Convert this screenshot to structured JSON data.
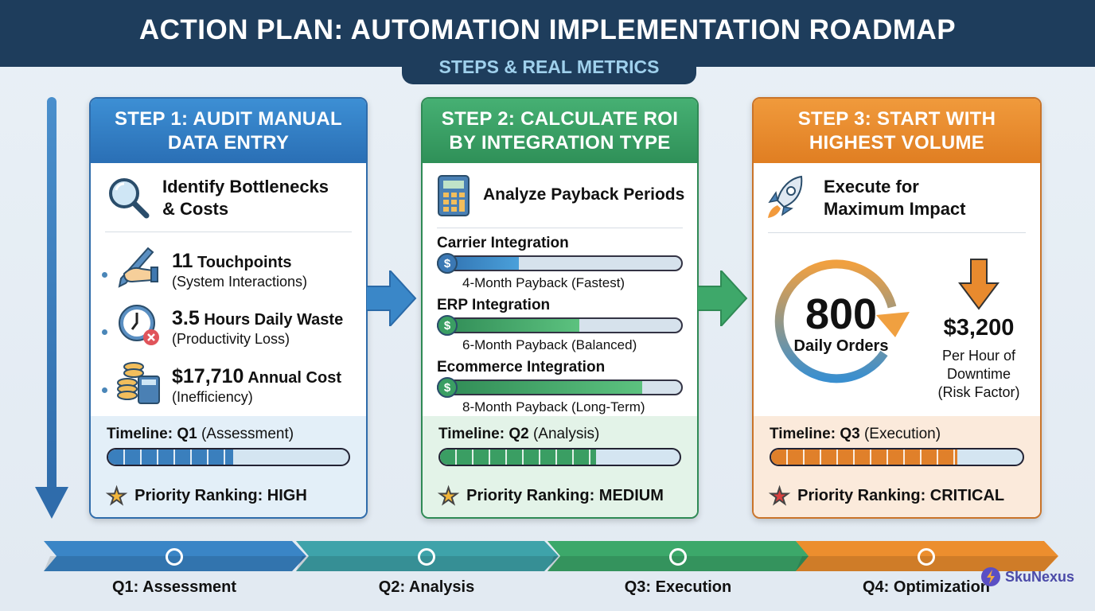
{
  "header": {
    "title": "ACTION PLAN: AUTOMATION IMPLEMENTATION ROADMAP",
    "subtitle": "STEPS & REAL METRICS"
  },
  "colors": {
    "step1": "#2f78c0",
    "step2": "#3a9e63",
    "step3": "#e98a2c",
    "navy": "#1e3d5c"
  },
  "steps": [
    {
      "title_line1": "STEP 1: AUDIT MANUAL",
      "title_line2": "DATA ENTRY",
      "icon": "magnifier-icon",
      "subtitle_line1": "Identify Bottlenecks",
      "subtitle_line2": "& Costs",
      "items": [
        {
          "icon": "hand-pen-icon",
          "value": "11",
          "label": "Touchpoints",
          "detail": "(System Interactions)"
        },
        {
          "icon": "clock-x-icon",
          "value": "3.5",
          "label": "Hours Daily Waste",
          "detail": "(Productivity Loss)"
        },
        {
          "icon": "coins-calculator-icon",
          "value": "$17,710",
          "label": "Annual Cost",
          "detail": "(Inefficiency)"
        }
      ],
      "timeline_label": "Timeline: Q1",
      "timeline_phase": "(Assessment)",
      "timeline_progress": 0.52,
      "priority": "Priority Ranking: HIGH",
      "priority_star_color": "#f2b63a"
    },
    {
      "title_line1": "STEP 2: CALCULATE ROI",
      "title_line2": "BY INTEGRATION TYPE",
      "icon": "calculator-icon",
      "subtitle": "Analyze Payback Periods",
      "integrations": [
        {
          "name": "Carrier Integration",
          "payback": "4-Month Payback (Fastest)",
          "fill": 0.33
        },
        {
          "name": "ERP Integration",
          "payback": "6-Month Payback (Balanced)",
          "fill": 0.58
        },
        {
          "name": "Ecommerce Integration",
          "payback": "8-Month Payback (Long-Term)",
          "fill": 0.84
        }
      ],
      "coin_symbol": "$",
      "timeline_label": "Timeline: Q2",
      "timeline_phase": "(Analysis)",
      "timeline_progress": 0.65,
      "priority": "Priority Ranking: MEDIUM",
      "priority_star_color": "#f2b63a"
    },
    {
      "title_line1": "STEP 3: START WITH",
      "title_line2": "HIGHEST VOLUME",
      "icon": "rocket-icon",
      "subtitle_line1": "Execute for",
      "subtitle_line2": "Maximum Impact",
      "orders_value": "800",
      "orders_label": "Daily Orders",
      "downtime_value": "$3,200",
      "downtime_line1": "Per Hour of",
      "downtime_line2": "Downtime",
      "downtime_line3": "(Risk Factor)",
      "timeline_label": "Timeline: Q3",
      "timeline_phase": "(Execution)",
      "timeline_progress": 0.74,
      "priority": "Priority Ranking: CRITICAL",
      "priority_star_color": "#d9403f"
    }
  ],
  "roadmap": [
    {
      "label": "Q1: Assessment",
      "color": "#3a85c6"
    },
    {
      "label": "Q2: Analysis",
      "color": "#3ea3aa"
    },
    {
      "label": "Q3: Execution",
      "color": "#3ca86a"
    },
    {
      "label": "Q4: Optimization",
      "color": "#ec8e2e"
    }
  ],
  "brand": "SkuNexus"
}
